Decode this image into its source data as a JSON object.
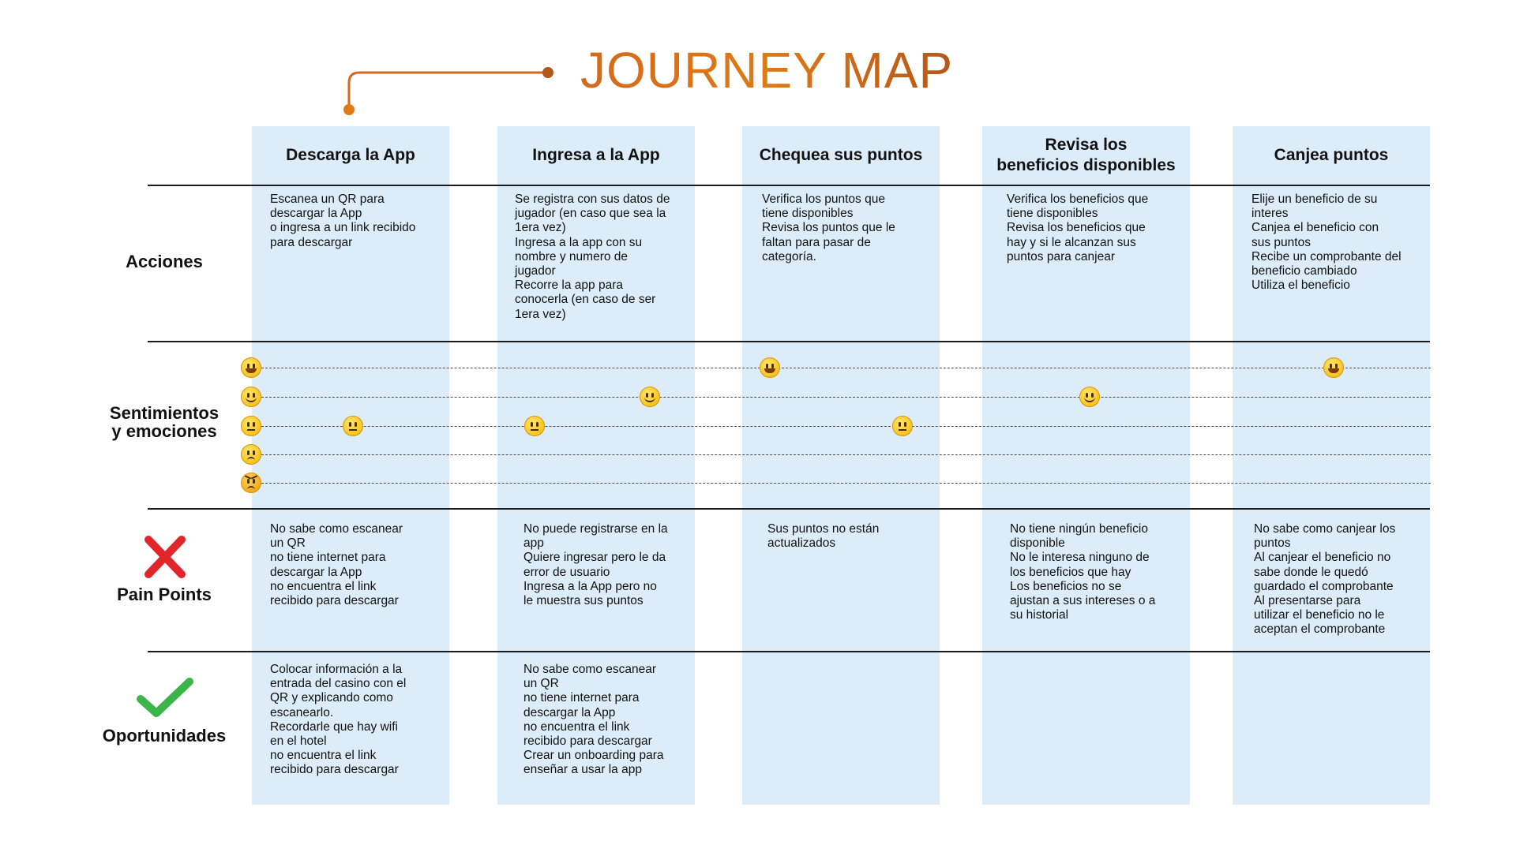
{
  "title": "JOURNEY MAP",
  "columns": [
    {
      "label": "Descarga la App"
    },
    {
      "label": "Ingresa a la App"
    },
    {
      "label": "Chequea sus puntos"
    },
    {
      "label": "Revisa los\nbeneficios disponibles"
    },
    {
      "label": "Canjea puntos"
    }
  ],
  "rows": {
    "acciones": "Acciones",
    "sentimientos": "Sentimientos\ny emociones",
    "pain_points": "Pain Points",
    "oportunidades": "Oportunidades"
  },
  "acciones": [
    "Escanea un QR para\ndescargar la App\no ingresa a un link recibido\npara descargar",
    "Se registra con sus datos de\njugador (en caso que sea la\n1era vez)\nIngresa a la app con su\nnombre y numero de\njugador\nRecorre la app para\nconocerla (en caso de ser\n1era vez)",
    "Verifica los puntos que\ntiene disponibles\nRevisa los puntos que le\nfaltan para pasar de\ncategoría.",
    "Verifica los beneficios que\ntiene disponibles\nRevisa los beneficios que\nhay y si le alcanzan sus\npuntos para canjear",
    "Elije un beneficio de su\ninteres\nCanjea el beneficio con\nsus puntos\nRecibe un comprobante del\nbeneficio cambiado\nUtiliza el beneficio"
  ],
  "pain_points": [
    "No sabe como escanear\nun QR\nno tiene internet para\ndescargar la App\nno encuentra el link\nrecibido para descargar",
    "No puede registrarse en la\napp\nQuiere ingresar pero le da\nerror de usuario\nIngresa a la App pero no\nle muestra sus puntos",
    "Sus puntos no están\nactualizados",
    "No tiene ningún beneficio\ndisponible\nNo le interesa ninguno de\nlos beneficios que hay\nLos beneficios no se\najustan a sus intereses o a\nsu historial",
    "No sabe como canjear los\npuntos\nAl canjear el beneficio no\nsabe donde le quedó\nguardado el comprobante\nAl presentarse para\nutilizar el beneficio no le\naceptan el comprobante"
  ],
  "oportunidades": [
    "Colocar información a la\nentrada del casino con el\nQR y explicando como\nescanearlo.\nRecordarle que hay wifi\nen el hotel\nno encuentra el link\nrecibido para descargar",
    "No sabe como escanear\nun QR\nno tiene internet para\ndescargar la App\nno encuentra el link\nrecibido para descargar\nCrear un onboarding para\nenseñar a usar la app",
    "",
    "",
    ""
  ],
  "emotion_levels": [
    "very-happy-icon",
    "happy-icon",
    "neutral-icon",
    "sad-icon",
    "angry-icon"
  ],
  "emotion_path": [
    {
      "step": 1,
      "level": 3
    },
    {
      "step": 2,
      "level": 3
    },
    {
      "step": 2.5,
      "level": 2
    },
    {
      "step": 3,
      "level": 1
    },
    {
      "step": 3.5,
      "level": 3
    },
    {
      "step": 4,
      "level": 2
    },
    {
      "step": 5,
      "level": 1
    }
  ],
  "colors": {
    "title_gradient": [
      "#d2691e",
      "#b4571a"
    ],
    "column_bg": "#dcedf9",
    "pain_icon": "#e0262a",
    "opportunity_icon": "#3bb54a"
  },
  "icons": {
    "pain": "cross-icon",
    "opportunity": "check-icon"
  }
}
